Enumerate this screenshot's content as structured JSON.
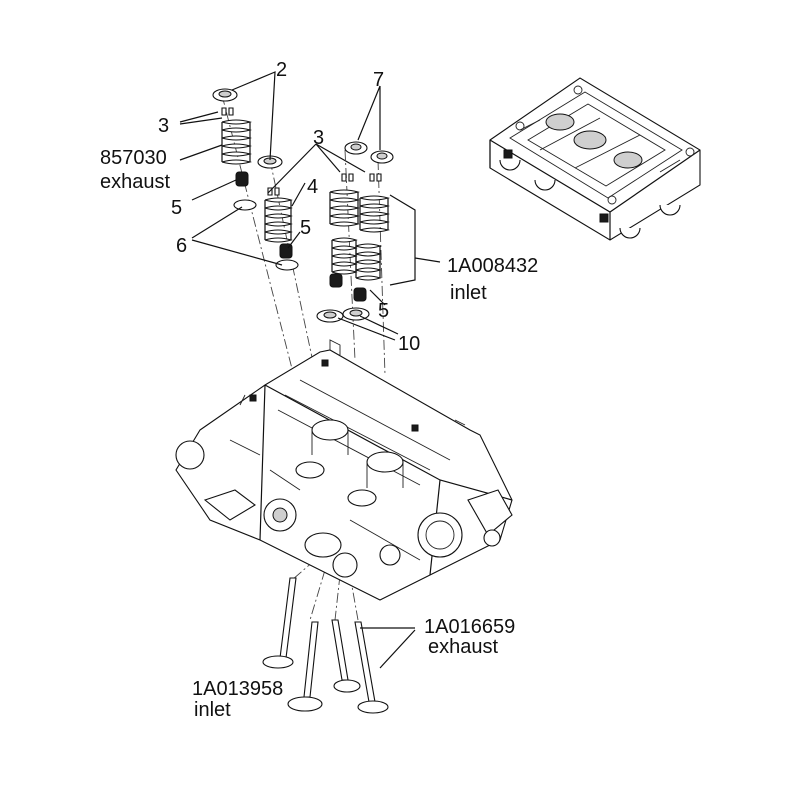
{
  "callouts": {
    "n2": "2",
    "n3a": "3",
    "n3b": "3",
    "n4": "4",
    "n5a": "5",
    "n5b": "5",
    "n5c": "5",
    "n6": "6",
    "n7": "7",
    "n10": "10"
  },
  "parts": {
    "exhaust_spring": {
      "part_no": "857030",
      "desc": "exhaust"
    },
    "inlet_spring": {
      "part_no": "1A008432",
      "desc": "inlet"
    },
    "exhaust_valve": {
      "part_no": "1A016659",
      "desc": "exhaust"
    },
    "inlet_valve": {
      "part_no": "1A013958",
      "desc": "inlet"
    }
  }
}
